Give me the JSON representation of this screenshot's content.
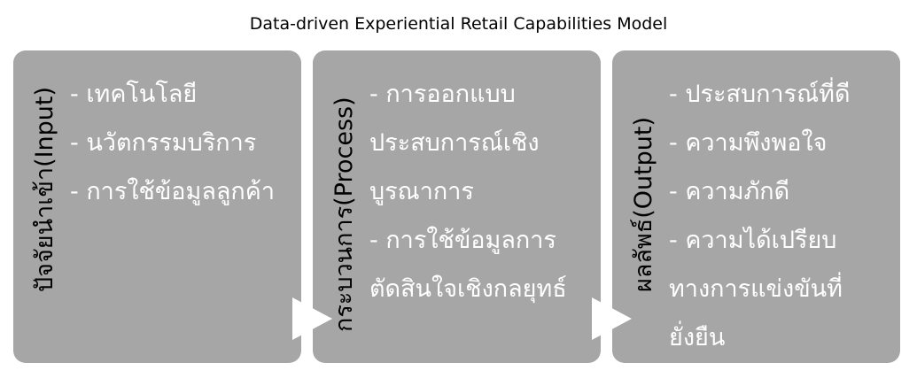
{
  "title": "Data-driven Experiential Retail Capabilities Model",
  "boxes": [
    {
      "label": "ปัจจัยนำเข้า(Input)",
      "items": [
        "- เทคโนโลยี",
        "- นวัตกรรมบริการ",
        "- การใช้ข้อมูลลูกค้า"
      ]
    },
    {
      "label": "กระบวนการ(Process)",
      "items": [
        "- การออกแบบประสบการณ์เชิงบูรณาการ",
        "- การใช้ข้อมูลการตัดสินใจเชิงกลยุทธ์"
      ]
    },
    {
      "label": "ผลลัพธ์(Output)",
      "items": [
        "- ประสบการณ์ที่ดี",
        "- ความพึงพอใจ",
        "- ความภักดี",
        "- ความได้เปรียบทางการแข่งขันที่ยั่งยืน"
      ]
    }
  ]
}
